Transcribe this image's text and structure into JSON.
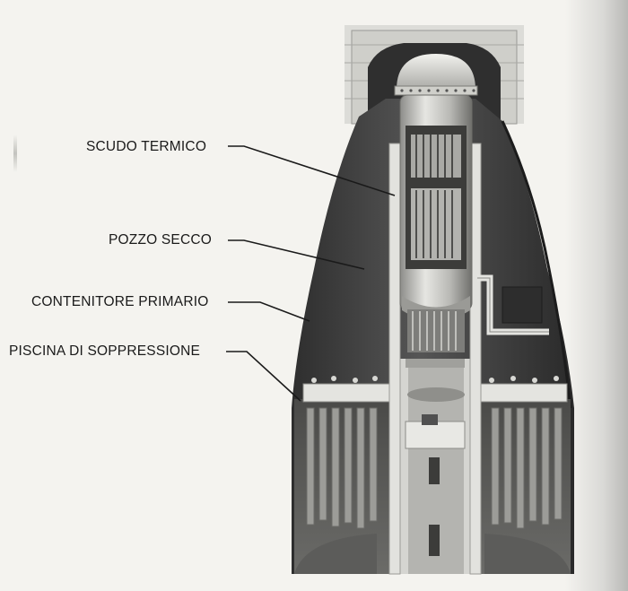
{
  "labels": {
    "thermal_shield": "SCUDO TERMICO",
    "dry_well": "POZZO SECCO",
    "primary_containment": "CONTENITORE PRIMARIO",
    "suppression_pool": "PISCINA DI SOPPRESSIONE"
  },
  "colors": {
    "paper": "#f4f3ef",
    "concrete_dark": "#3a3a3a",
    "steel_light": "#c9c9c6",
    "ink": "#1a1a1a"
  }
}
